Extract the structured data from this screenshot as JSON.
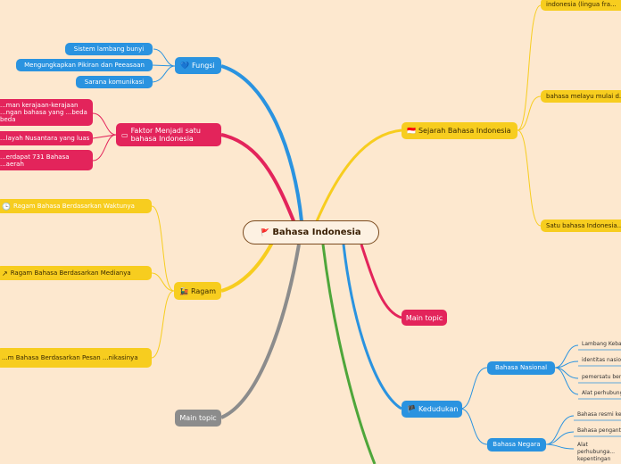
{
  "root": {
    "title": "Bahasa Indonesia",
    "icon": "🚩"
  },
  "fungsi": {
    "title": "Fungsi",
    "icon": "💙",
    "items": [
      "Sistem lambang bunyi",
      "Mengungkapkan Pikiran dan Peeasaan",
      "Sarana komunikasi"
    ]
  },
  "faktor": {
    "title": "Faktor Menjadi satu bahasa Indonesia",
    "icon": "▭",
    "items": [
      "...man kerajaan-kerajaan ...ngan bahasa yang ...beda beda",
      "...layah Nusantara yang luas",
      "...erdapat 731 Bahasa ...aerah"
    ]
  },
  "ragam": {
    "title": "Ragam",
    "icon": "🚂",
    "items": [
      "Ragam Bahasa Berdasarkan Waktunya",
      "Ragam Bahasa Berdasarkan Medianya",
      "...m Bahasa Berdasarkan Pesan ...nikasinya"
    ]
  },
  "main_topic_left": "Main topic",
  "sejarah": {
    "title": "Sejarah Bahasa Indonesia",
    "icon": "🇮🇩",
    "items": [
      "indonesia (lingua fra...",
      "bahasa melayu mulai d...",
      "Satu bahasa Indonesia..."
    ]
  },
  "main_topic_right": "Main topic",
  "kedudukan": {
    "title": "Kedudukan",
    "icon": "🏴",
    "nasional": {
      "title": "Bahasa Nasional",
      "items": [
        "Lambang Keba...",
        "identitas nasio...",
        "pemersatu ber...",
        "Alat perhubung..."
      ]
    },
    "negara": {
      "title": "Bahasa Negara",
      "items": [
        "Bahasa resmi ke...",
        "Bahasa pengant...",
        "Alat perhubunga... kepentingan per... pembangunan n..."
      ]
    }
  },
  "colors": {
    "blue": "#2a93e0",
    "pink": "#e3245b",
    "yellow": "#f7cd1f",
    "gray": "#8c8c8c",
    "green": "#4ea63a",
    "background": "#fde8cf"
  }
}
